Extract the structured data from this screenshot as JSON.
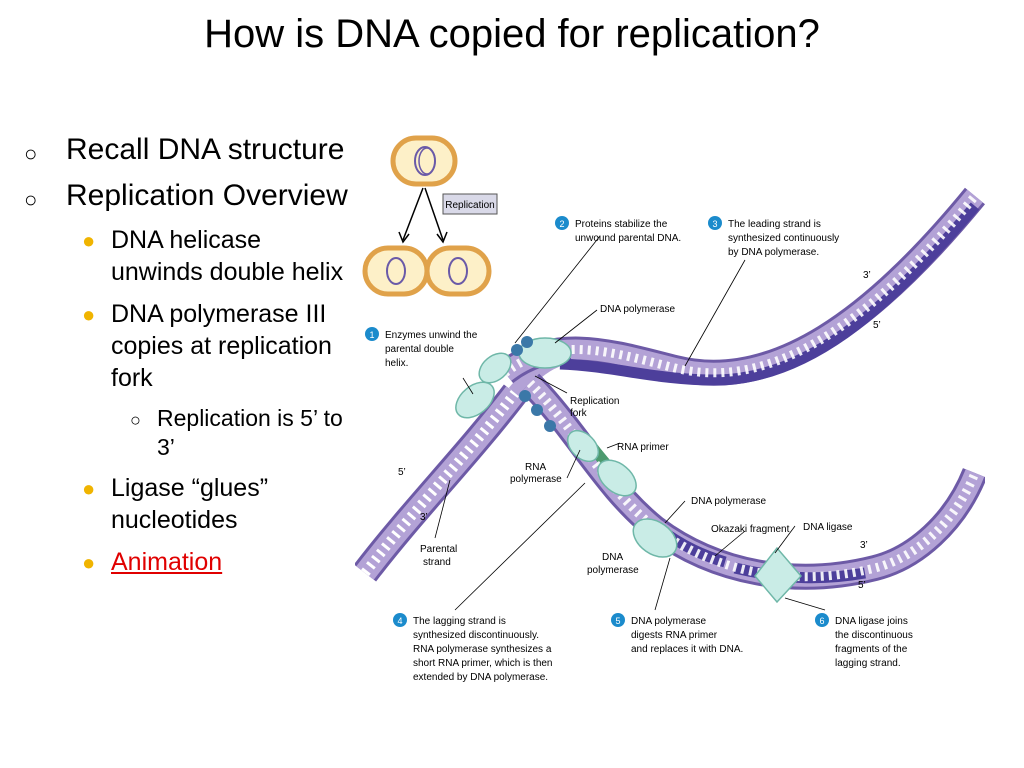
{
  "slide": {
    "title": "How is DNA copied for replication?",
    "bullets": [
      {
        "text": "Recall DNA structure"
      },
      {
        "text": "Replication Overview",
        "children": [
          {
            "text": "DNA helicase unwinds double helix"
          },
          {
            "text": "DNA polymerase III copies at replication fork",
            "children": [
              {
                "text": "Replication is 5’ to 3’"
              }
            ]
          },
          {
            "text": "Ligase “glues” nucleotides"
          },
          {
            "text": "Animation",
            "link": true
          }
        ]
      }
    ]
  },
  "figure": {
    "replication_label": "Replication",
    "labels": {
      "dna_polymerase_top": "DNA polymerase",
      "replication_fork": [
        "Replication",
        "fork"
      ],
      "rna_primer": "RNA primer",
      "rna_polymerase": [
        "RNA",
        "polymerase"
      ],
      "dna_polymerase_mid": "DNA polymerase",
      "okazaki_fragment": "Okazaki fragment",
      "dna_ligase": "DNA ligase",
      "dna_polymerase_low": [
        "DNA",
        "polymerase"
      ],
      "parental_strand": [
        "Parental",
        "strand"
      ],
      "three_prime_top": "3’",
      "five_prime_top": "5’",
      "three_prime_low": "3’",
      "five_prime_low": "5’",
      "five_prime_left": "5’",
      "three_prime_left": "3’"
    },
    "steps": [
      {
        "num": "1",
        "lines": [
          "Enzymes unwind the",
          "parental double",
          "helix."
        ]
      },
      {
        "num": "2",
        "lines": [
          "Proteins stabilize the",
          "unwound parental DNA."
        ]
      },
      {
        "num": "3",
        "lines": [
          "The leading strand is",
          "synthesized continuously",
          "by DNA polymerase."
        ]
      },
      {
        "num": "4",
        "lines": [
          "The lagging strand is",
          "synthesized discontinuously.",
          "RNA polymerase synthesizes a",
          "short RNA primer, which is then",
          "extended by DNA polymerase."
        ]
      },
      {
        "num": "5",
        "lines": [
          "DNA polymerase",
          "digests RNA primer",
          "and replaces it with DNA."
        ]
      },
      {
        "num": "6",
        "lines": [
          "DNA ligase joins",
          "the discontinuous",
          "fragments of the",
          "lagging strand."
        ]
      }
    ],
    "colors": {
      "strand_light": "#b3a2d6",
      "strand_dark": "#4d3f9b",
      "strand_edge": "#6d5aa6",
      "rungs": "#ffffff",
      "enzyme_fill": "#c9ece6",
      "enzyme_edge": "#6fb7a8",
      "protein_blue": "#3b78a8",
      "primer_green": "#4c9a6e",
      "step_badge": "#1b8bcc",
      "cell_outline": "#e0a24a",
      "cell_fill": "#fdf0c8",
      "chromosome": "#6a5aa8"
    }
  }
}
